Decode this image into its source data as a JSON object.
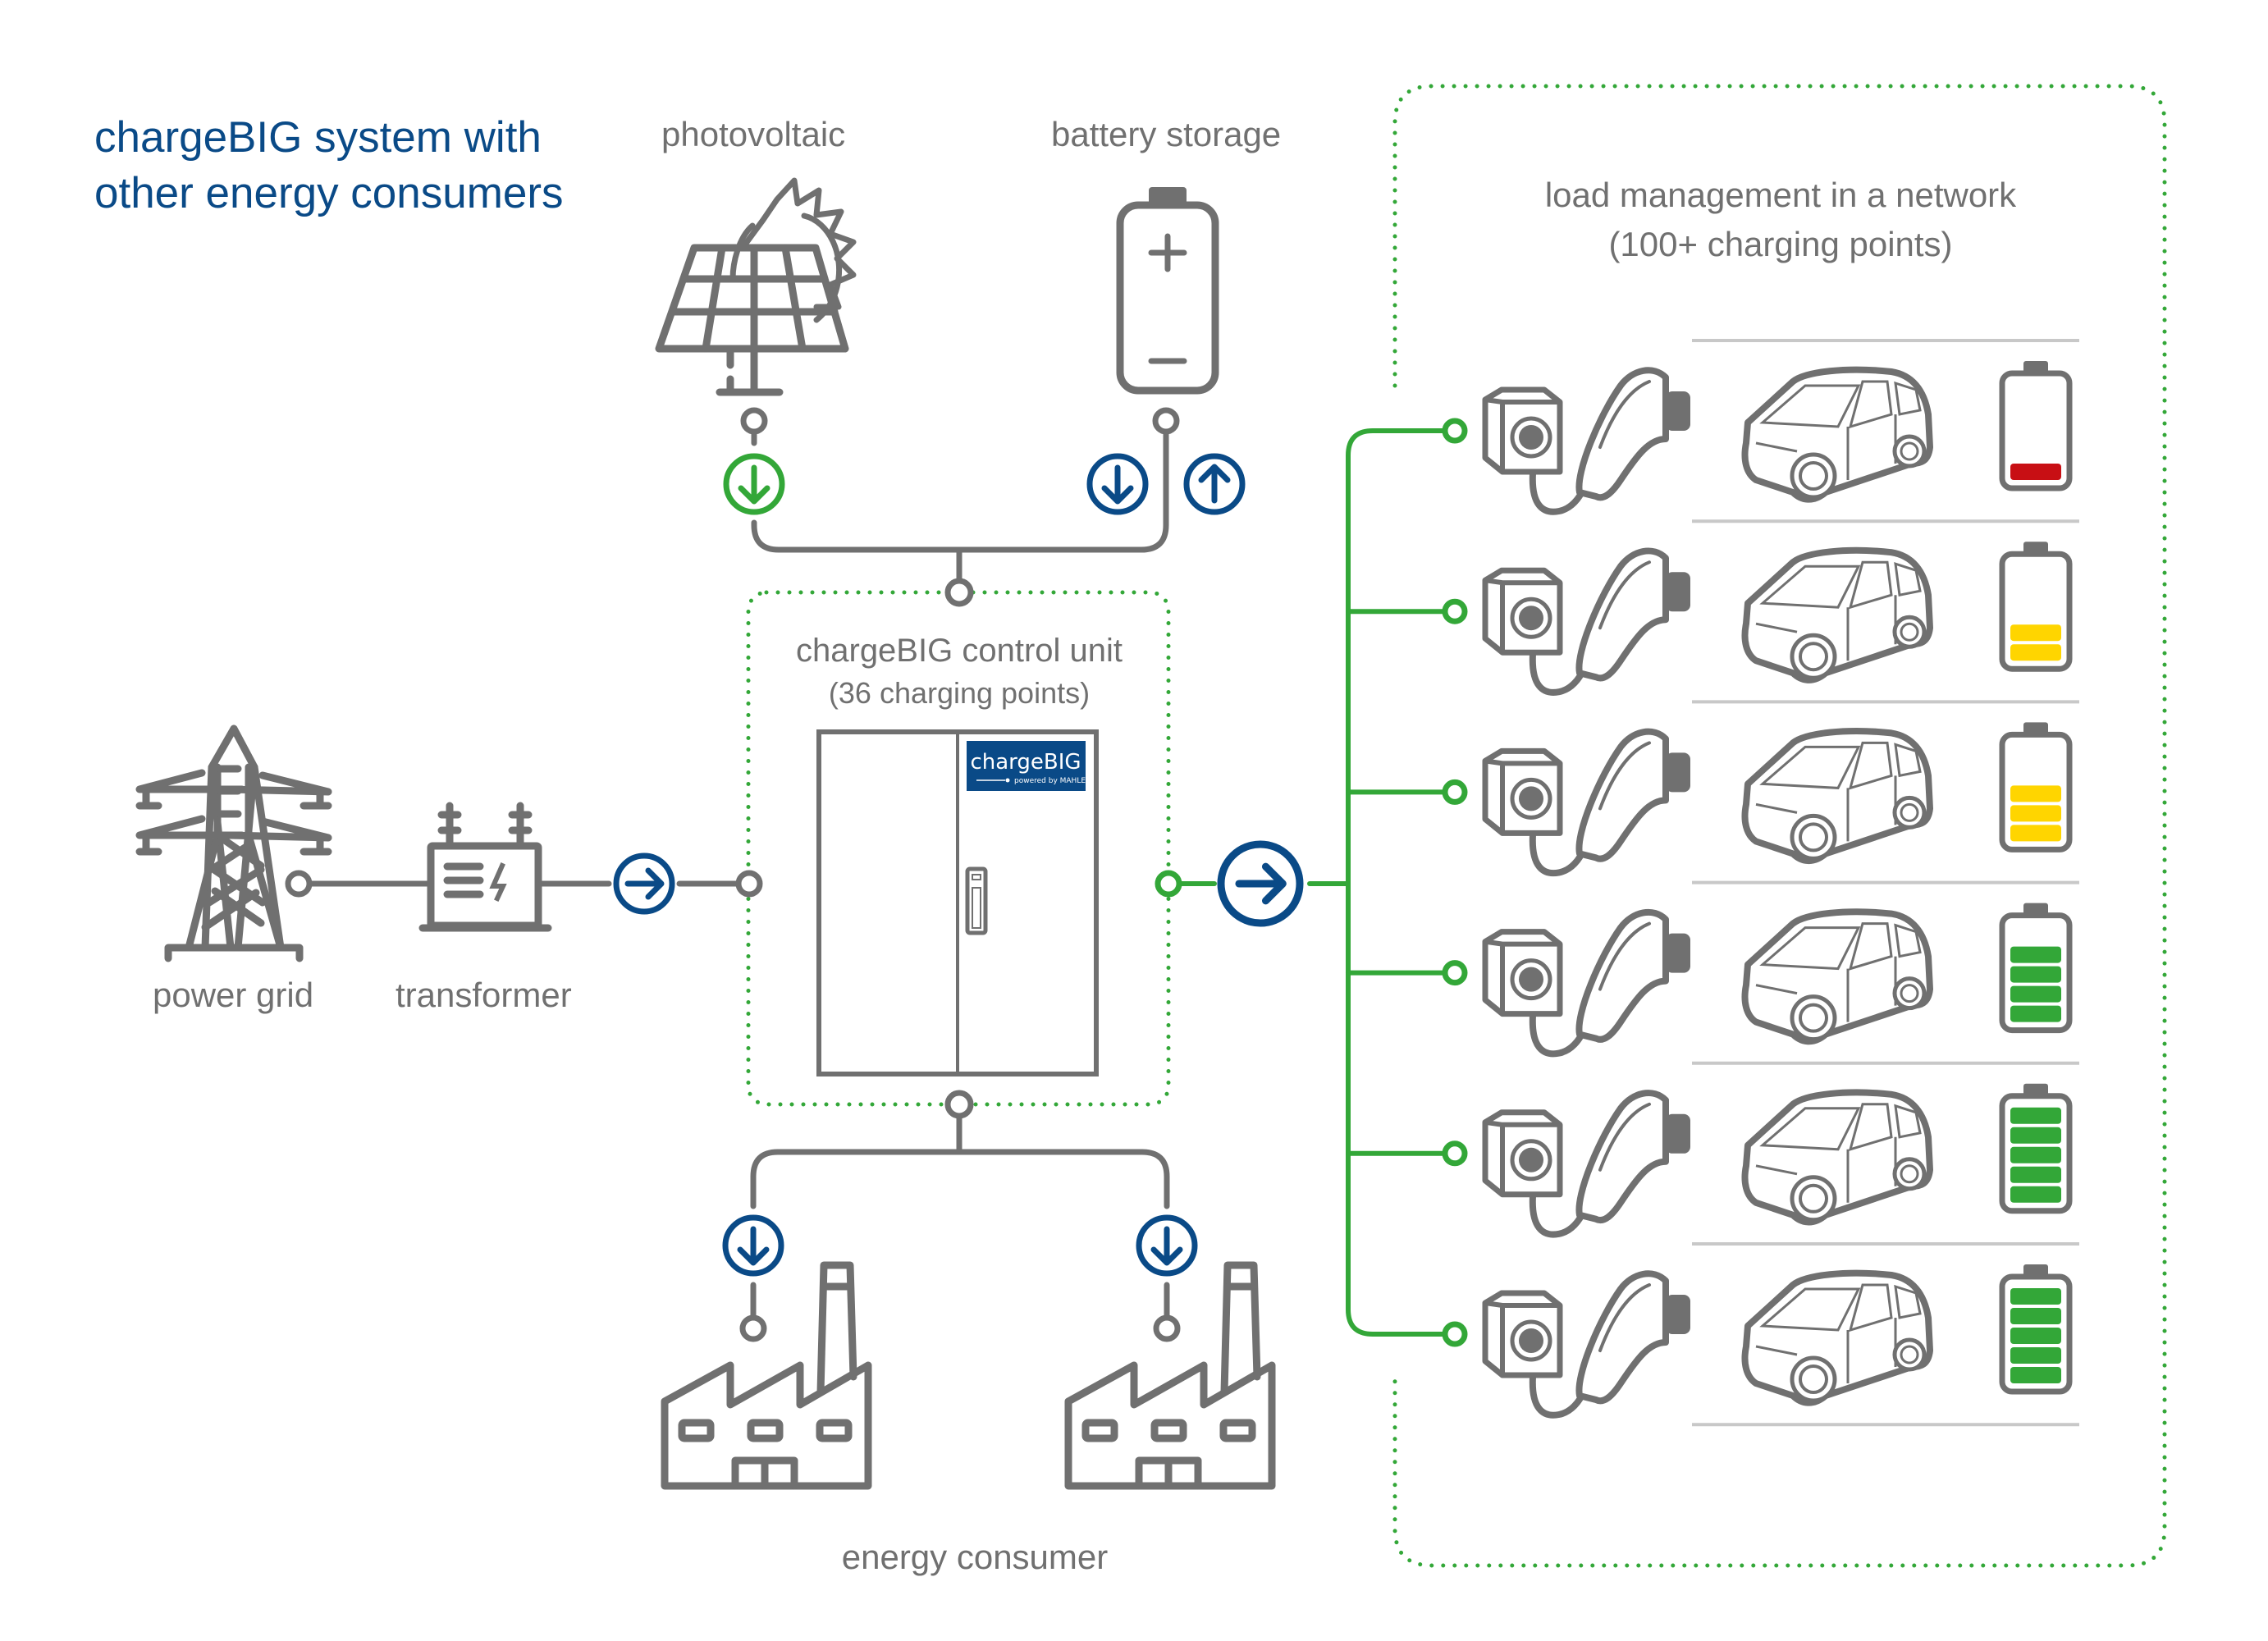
{
  "title": {
    "line1": "chargeBIG system with",
    "line2": "other energy consumers"
  },
  "sources": {
    "photovoltaic": "photovoltaic",
    "battery_storage": "battery storage"
  },
  "grid": {
    "power_grid": "power grid",
    "transformer": "transformer"
  },
  "control_unit": {
    "title_bold": "chargeBIG",
    "title_rest": " control unit",
    "subtitle": "(36 charging points)",
    "logo_text": "chargeBIG",
    "logo_tagline": "powered by MAHLE"
  },
  "consumers": {
    "label": "energy consumer"
  },
  "network": {
    "title_line1": "load management in a network",
    "title_line2": "(100+ charging points)",
    "rows": [
      {
        "battery_level": 1,
        "battery_max": 5,
        "battery_color": "#c80f14"
      },
      {
        "battery_level": 2,
        "battery_max": 5,
        "battery_color": "#ffd500"
      },
      {
        "battery_level": 3,
        "battery_max": 5,
        "battery_color": "#ffd500"
      },
      {
        "battery_level": 4,
        "battery_max": 5,
        "battery_color": "#33a738"
      },
      {
        "battery_level": 5,
        "battery_max": 5,
        "battery_color": "#33a738"
      },
      {
        "battery_level": 5,
        "battery_max": 5,
        "battery_color": "#33a738"
      }
    ]
  },
  "flows": {
    "photovoltaic": "down",
    "battery_charge": "down",
    "battery_discharge": "up",
    "grid_in": "right",
    "network_out": "right",
    "consumer_1": "down",
    "consumer_2": "down"
  },
  "colors": {
    "brand_blue": "#0a4a87",
    "green": "#33a738",
    "icon_gray": "#707070",
    "logo_bg": "#0a4a87"
  }
}
